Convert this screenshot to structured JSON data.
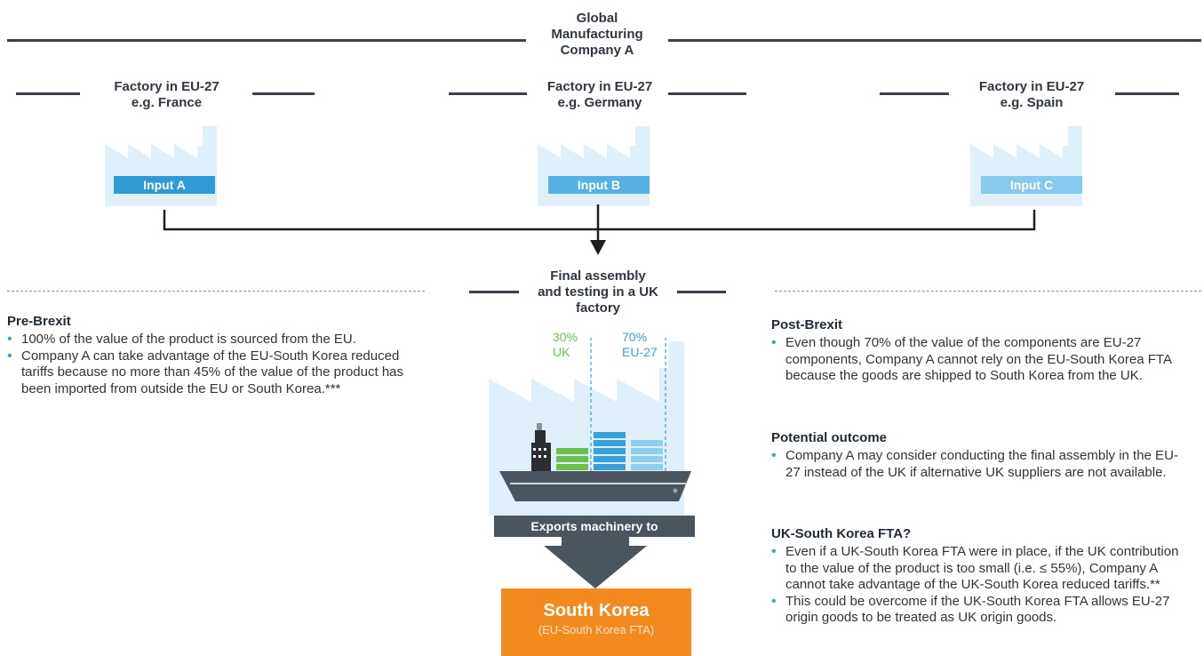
{
  "top_title": [
    "Global",
    "Manufacturing",
    "Company A"
  ],
  "factories": [
    {
      "line1": "Factory in EU-27",
      "line2": "e.g. France",
      "input": "Input A",
      "color": "#2e9bd6"
    },
    {
      "line1": "Factory in EU-27",
      "line2": "e.g. Germany",
      "input": "Input B",
      "color": "#55b2e2"
    },
    {
      "line1": "Factory in EU-27",
      "line2": "e.g. Spain",
      "input": "Input C",
      "color": "#86caed"
    }
  ],
  "assembly": {
    "lines": [
      "Final assembly",
      "and testing in a UK",
      "factory"
    ],
    "uk_pct": "30%",
    "uk_label": "UK",
    "eu_pct": "70%",
    "eu_label": "EU-27"
  },
  "export_label": "Exports machinery to",
  "destination": {
    "name": "South Korea",
    "sub": "(EU-South Korea FTA)",
    "color": "#f28a20"
  },
  "pre_brexit": {
    "heading": "Pre-Brexit",
    "bullets": [
      "100% of the value of the product is sourced from the EU.",
      "Company A can take advantage of the EU-South Korea reduced tariffs because no more than 45% of the value of the product has been imported from outside the EU or South Korea.***"
    ]
  },
  "post_brexit": {
    "heading": "Post-Brexit",
    "bullets": [
      "Even though 70% of the value of the components are EU-27 components, Company A cannot rely on the EU-South Korea FTA because the goods are shipped to South Korea from the UK."
    ]
  },
  "potential_outcome": {
    "heading": "Potential outcome",
    "bullets": [
      "Company A may consider conducting the final assembly in the EU-27 instead of the UK if alternative UK suppliers are not available."
    ]
  },
  "uk_sk_fta": {
    "heading": "UK-South Korea FTA?",
    "bullets": [
      "Even if a UK-South Korea FTA were in place, if the UK contribution to the value of the product is too small (i.e. ≤ 55%), Company A cannot take advantage of the UK-South Korea reduced tariffs.**",
      "This could be overcome if the UK-South Korea FTA allows EU-27 origin goods to be treated as UK origin goods."
    ]
  },
  "colors": {
    "line": "#39414a",
    "factory_fill": "#dff0fa",
    "green": "#6cbf4b",
    "blue": "#3aa0d8",
    "light_blue": "#8fcdef",
    "ship": "#4a5560"
  }
}
